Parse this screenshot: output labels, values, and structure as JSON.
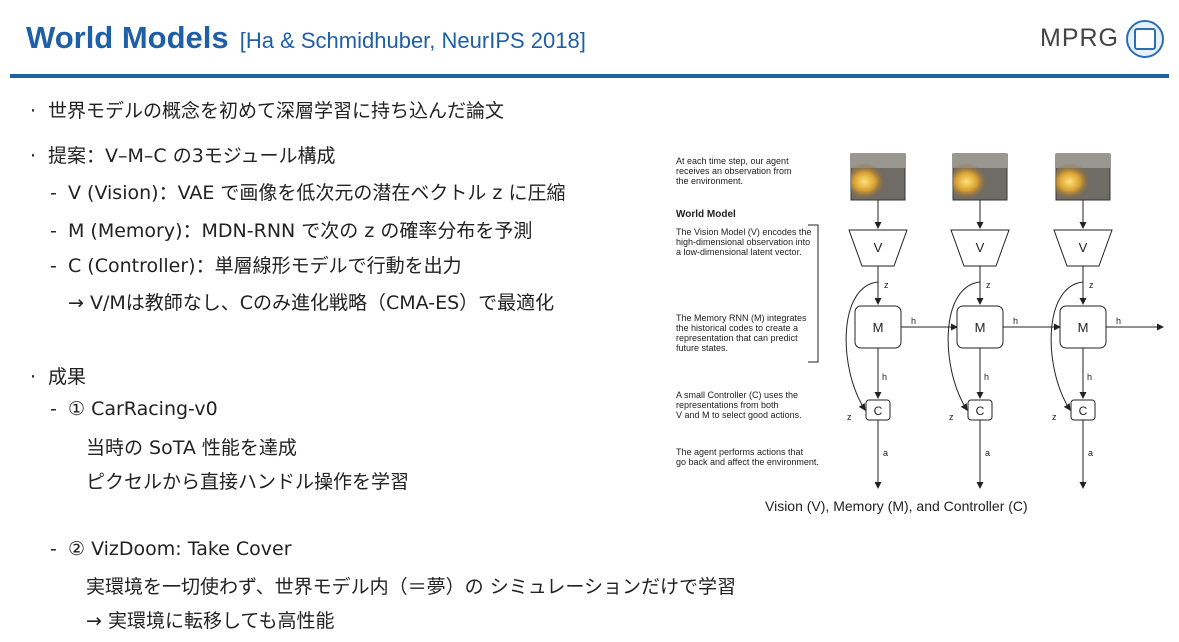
{
  "title": {
    "main": "World Models",
    "citation": "[Ha & Schmidhuber, NeurIPS 2018]"
  },
  "logo": {
    "text": "MPRG"
  },
  "bullets": [
    "世界モデルの概念を初めて深層学習に持ち込んだ論文",
    "提案：V–M–C の3モジュール構成",
    "成果"
  ],
  "proposal_items": [
    "V (Vision)：VAE で画像を低次元の潜在ベクトル z に圧縮",
    "M (Memory)：MDN-RNN で次の z の確率分布を予測",
    "C (Controller)：単層線形モデルで行動を出力"
  ],
  "proposal_note": "→ V/Mは教師なし、Cのみ進化戦略（CMA-ES）で最適化",
  "results": [
    {
      "label": "① CarRacing-v0",
      "notes": [
        "当時の SoTA 性能を達成",
        "ピクセルから直接ハンドル操作を学習"
      ]
    },
    {
      "label": "② VizDoom: Take Cover",
      "notes": [
        "実環境を一切使わず、世界モデル内（＝夢）の シミュレーションだけで学習",
        "→ 実環境に転移しても高性能"
      ]
    }
  ],
  "figure": {
    "caption": "Vision (V), Memory (M), and Controller (C)",
    "text_observation": [
      "At each time step, our agent",
      "receives an observation from",
      "the environment."
    ],
    "world_model_label": "World Model",
    "text_vision": [
      "The Vision Model (V) encodes the",
      "high-dimensional observation into",
      "a low-dimensional latent vector."
    ],
    "text_memory": [
      "The Memory RNN (M) integrates",
      "the historical codes to create a",
      "representation that can predict",
      "future states."
    ],
    "text_controller": [
      "A small Controller (C) uses the",
      "representations from both",
      "V and M to select good actions."
    ],
    "text_actions": [
      "The agent performs actions that",
      "go back and affect the environment."
    ],
    "node_labels": {
      "v": "V",
      "m": "M",
      "c": "C",
      "z": "z",
      "h": "h",
      "a": "a"
    }
  }
}
